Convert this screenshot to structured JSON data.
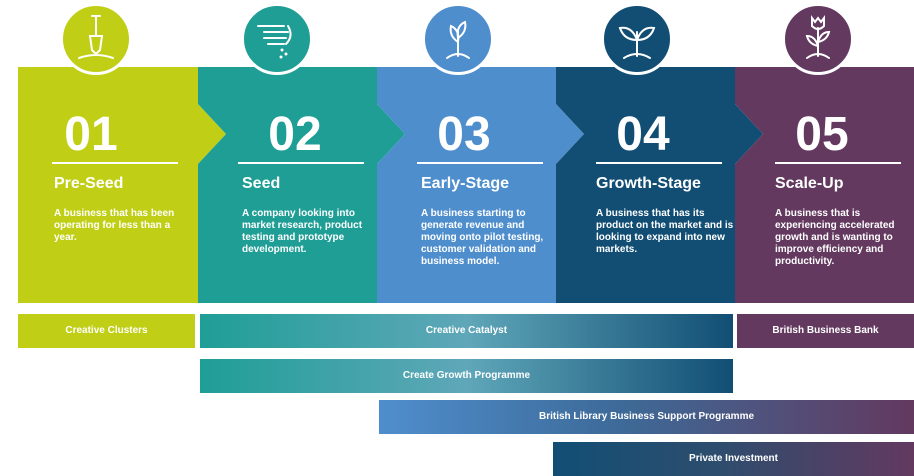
{
  "stages": [
    {
      "number": "01",
      "title": "Pre-Seed",
      "description": "A business that has been operating for less than a year.",
      "icon": "shovel-sprout-icon",
      "color": "#c0cf16"
    },
    {
      "number": "02",
      "title": "Seed",
      "description": "A company looking into market research, product testing and prototype development.",
      "icon": "hand-sowing-seeds-icon",
      "color": "#1f9e96"
    },
    {
      "number": "03",
      "title": "Early-Stage",
      "description": "A business starting to generate revenue and moving onto pilot testing, customer validation and business model.",
      "icon": "seedling-icon",
      "color": "#4f8ecd"
    },
    {
      "number": "04",
      "title": "Growth-Stage",
      "description": "A business that has its product on the market and is looking to expand into new markets.",
      "icon": "young-plant-icon",
      "color": "#124e74"
    },
    {
      "number": "05",
      "title": "Scale-Up",
      "description": "A business that is experiencing accelerated growth and is wanting to improve efficiency and productivity.",
      "icon": "flower-icon",
      "color": "#63395f"
    }
  ],
  "programmes": [
    {
      "label": "Creative Clusters",
      "colors": [
        "#c0cf16",
        "#c0cf16"
      ]
    },
    {
      "label": "Creative Catalyst",
      "colors": [
        "#1f9e96",
        "#124e74"
      ]
    },
    {
      "label": "British Business Bank",
      "colors": [
        "#63395f",
        "#63395f"
      ]
    },
    {
      "label": "Create Growth Programme",
      "colors": [
        "#1f9e96",
        "#124e74"
      ]
    },
    {
      "label": "British Library Business Support Programme",
      "colors": [
        "#4f8ecd",
        "#63395f"
      ]
    },
    {
      "label": "Private Investment",
      "colors": [
        "#124e74",
        "#63395f"
      ]
    }
  ]
}
